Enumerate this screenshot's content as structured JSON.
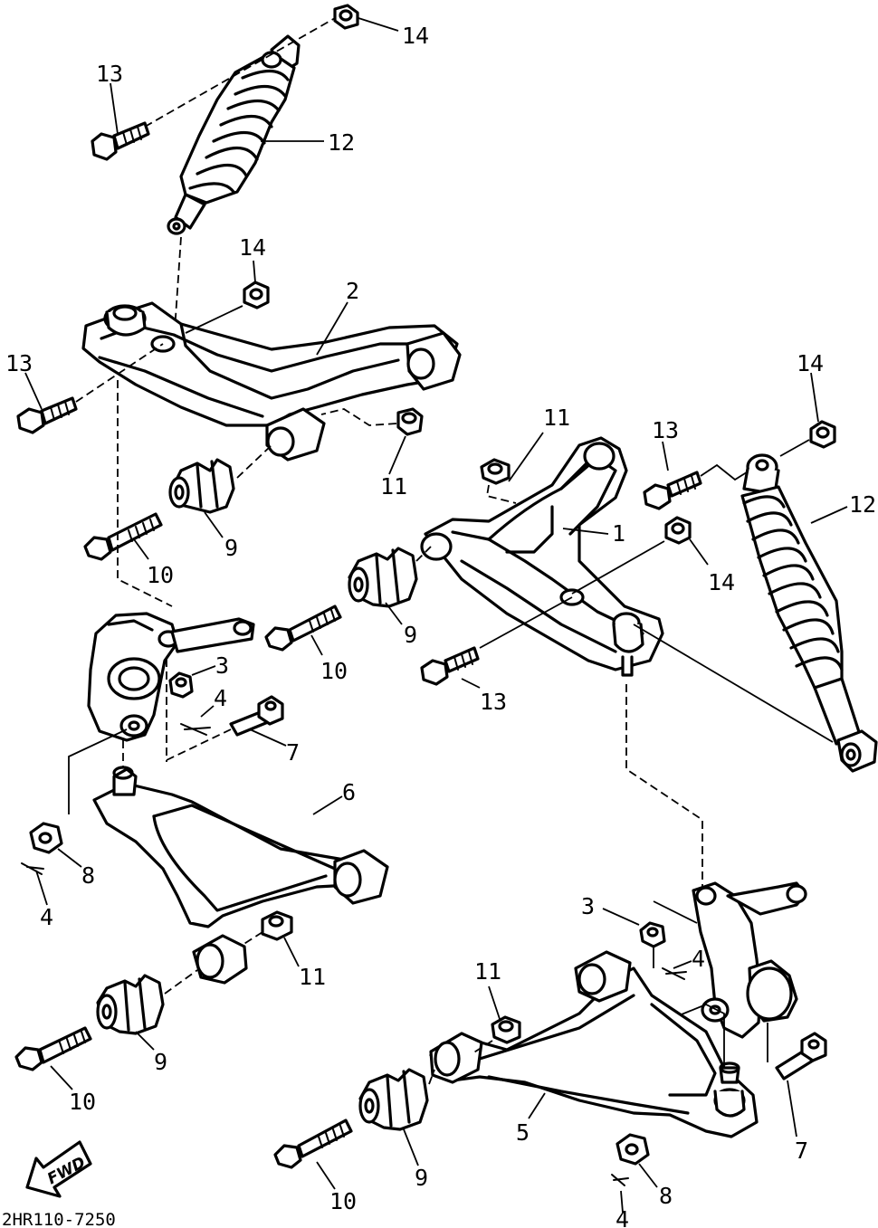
{
  "callouts": {
    "l14a": "14",
    "l13a": "13",
    "l12a": "12",
    "l14b": "14",
    "l2": "2",
    "l13b": "13",
    "l11a": "11",
    "l9a": "9",
    "l10a": "10",
    "l11b": "11",
    "l13c": "13",
    "l14c": "14",
    "l12b": "12",
    "l1": "1",
    "l14d": "14",
    "l9b": "9",
    "l10b": "10",
    "l13d": "13",
    "l3a": "3",
    "l4a": "4",
    "l7a": "7",
    "l6": "6",
    "l8a": "8",
    "l4b": "4",
    "l11c": "11",
    "l9c": "9",
    "l10c": "10",
    "l3b": "3",
    "l4c": "4",
    "l11d": "11",
    "l7b": "7",
    "l5": "5",
    "l9d": "9",
    "l10d": "10",
    "l8b": "8",
    "l4d": "4"
  },
  "fwd_label": "FWD",
  "drawing_code": "2HR110-7250"
}
